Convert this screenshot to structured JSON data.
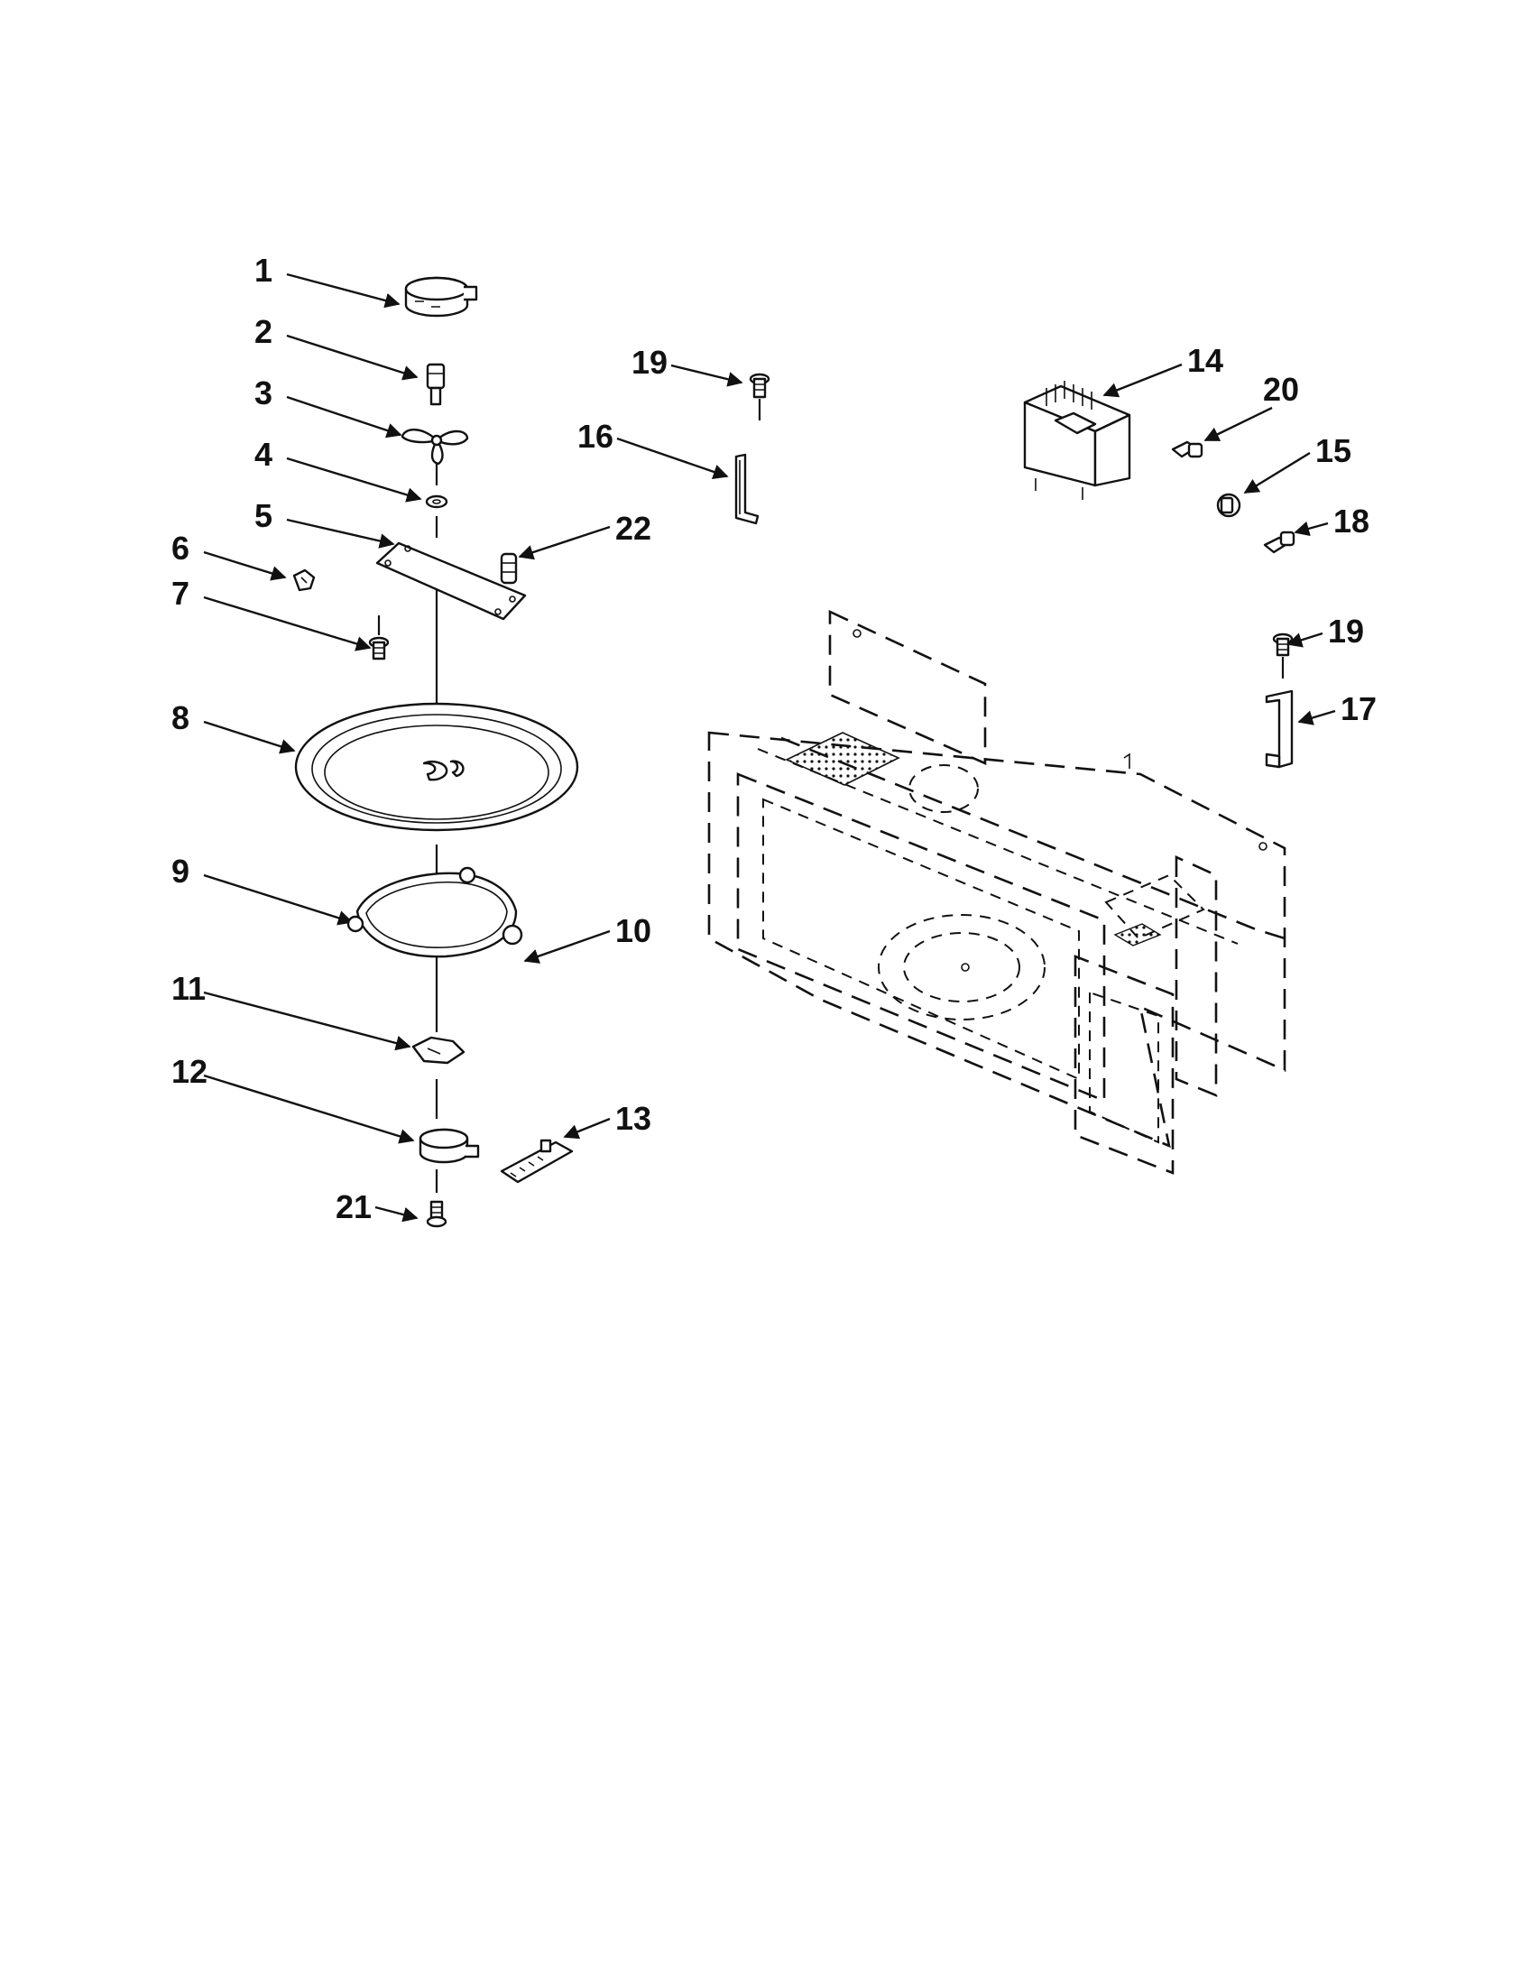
{
  "diagram": {
    "callouts": [
      "1",
      "2",
      "3",
      "4",
      "5",
      "22",
      "6",
      "7",
      "8",
      "9",
      "10",
      "11",
      "12",
      "13",
      "21",
      "19",
      "16",
      "14",
      "20",
      "15",
      "18",
      "19",
      "17"
    ]
  }
}
